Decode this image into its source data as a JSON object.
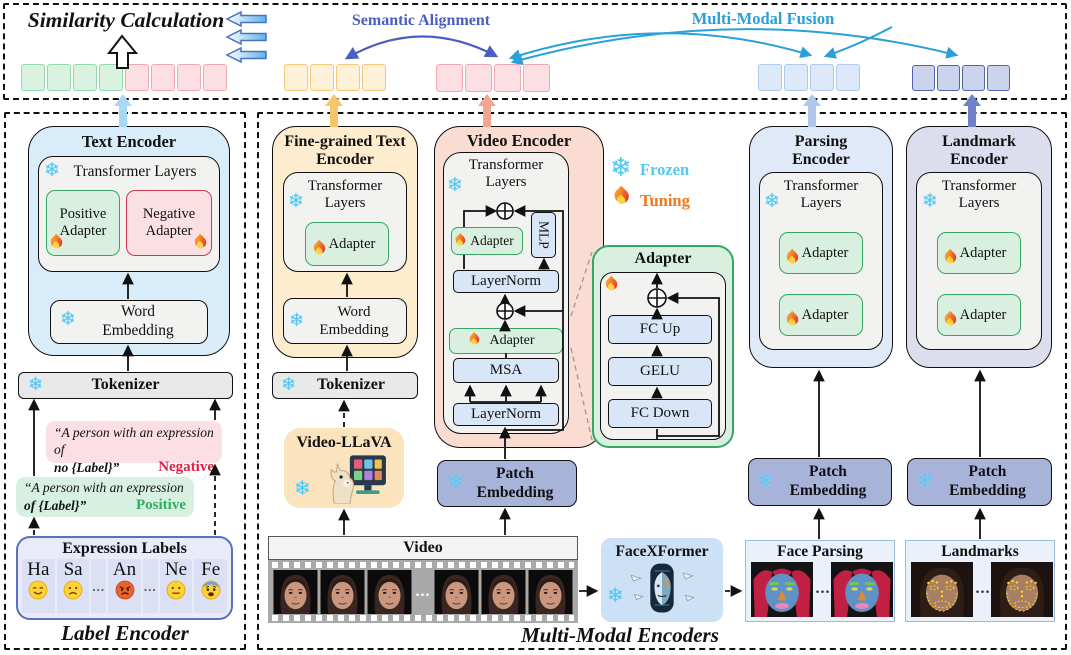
{
  "icons": {
    "snowflake": "❄"
  },
  "colors": {
    "frozen": "#56c7f1",
    "tuning": "#f0761f",
    "semantic_alignment": "#4a5fc1",
    "multi_modal_fusion": "#29a0d8",
    "negative_tag": "#e02040",
    "positive_tag": "#2fae62"
  },
  "top_bar": {
    "similarity_title": "Similarity Calculation",
    "semantic_alignment_label": "Semantic Alignment",
    "multi_modal_fusion_label": "Multi-Modal Fusion"
  },
  "tokens": {
    "rows": [
      {
        "w": 24,
        "h": 27,
        "groups": [
          {
            "name": "positive-text-tokens",
            "count": 4,
            "fill": "#d9f2e2",
            "border": "#8fd9ab"
          },
          {
            "name": "negative-text-tokens",
            "count": 4,
            "fill": "#fbdfe2",
            "border": "#f1a7b0"
          }
        ]
      },
      {
        "w": 24,
        "h": 27,
        "groups": [
          {
            "name": "fine-grained-text-tokens",
            "count": 4,
            "fill": "#fdf1da",
            "border": "#f5c878"
          }
        ]
      },
      {
        "w": 27,
        "h": 28,
        "groups": [
          {
            "name": "video-tokens",
            "count": 4,
            "fill": "#fbdfe2",
            "border": "#f1a7b0"
          }
        ]
      },
      {
        "w": 24,
        "h": 27,
        "groups": [
          {
            "name": "parsing-tokens",
            "count": 4,
            "fill": "#dde9f8",
            "border": "#adc9ec"
          }
        ]
      },
      {
        "w": 23,
        "h": 26,
        "groups": [
          {
            "name": "landmark-tokens",
            "count": 4,
            "fill": "#ccd3ec",
            "border": "#5264ae"
          }
        ]
      }
    ]
  },
  "legend": {
    "frozen": "Frozen",
    "tuning": "Tuning"
  },
  "shared": {
    "transformer_layers": "Transformer Layers",
    "adapter": "Adapter",
    "word_embedding": "Word Embedding",
    "tokenizer": "Tokenizer",
    "layer_norm": "LayerNorm",
    "msa": "MSA",
    "mlp": "MLP",
    "patch_embedding": "Patch Embedding",
    "ellipsis": "..."
  },
  "label_encoder": {
    "caption": "Label Encoder",
    "text_encoder_title": "Text Encoder",
    "positive_adapter": "Positive Adapter",
    "negative_adapter": "Negative Adapter",
    "negative_prompt": {
      "line1": "“A person with an expression of",
      "line2": "no {Label}”",
      "tag": "Negative"
    },
    "positive_prompt": {
      "line1": "“A person with an expression",
      "line2": "of {Label}”",
      "tag": "Positive"
    },
    "expression_labels": {
      "title": "Expression Labels",
      "items": [
        {
          "label": "Ha",
          "emoji": "happy-face"
        },
        {
          "label": "Sa",
          "emoji": "sad-face"
        },
        {
          "label": "..."
        },
        {
          "label": "An",
          "emoji": "angry-face"
        },
        {
          "label": "..."
        },
        {
          "label": "Ne",
          "emoji": "neutral-face"
        },
        {
          "label": "Fe",
          "emoji": "fearful-face"
        }
      ]
    }
  },
  "multi_modal": {
    "caption": "Multi-Modal Encoders",
    "fine_grained_title": "Fine-grained Text Encoder",
    "video_encoder_title": "Video Encoder",
    "adapter_detail": {
      "title": "Adapter",
      "fc_up": "FC Up",
      "gelu": "GELU",
      "fc_down": "FC Down"
    },
    "video_llava": "Video-LLaVA",
    "video_label": "Video",
    "facexformer": "FaceXFormer",
    "face_parsing": "Face Parsing",
    "landmarks": "Landmarks",
    "parsing_encoder_title": "Parsing Encoder",
    "landmark_encoder_title": "Landmark Encoder"
  }
}
